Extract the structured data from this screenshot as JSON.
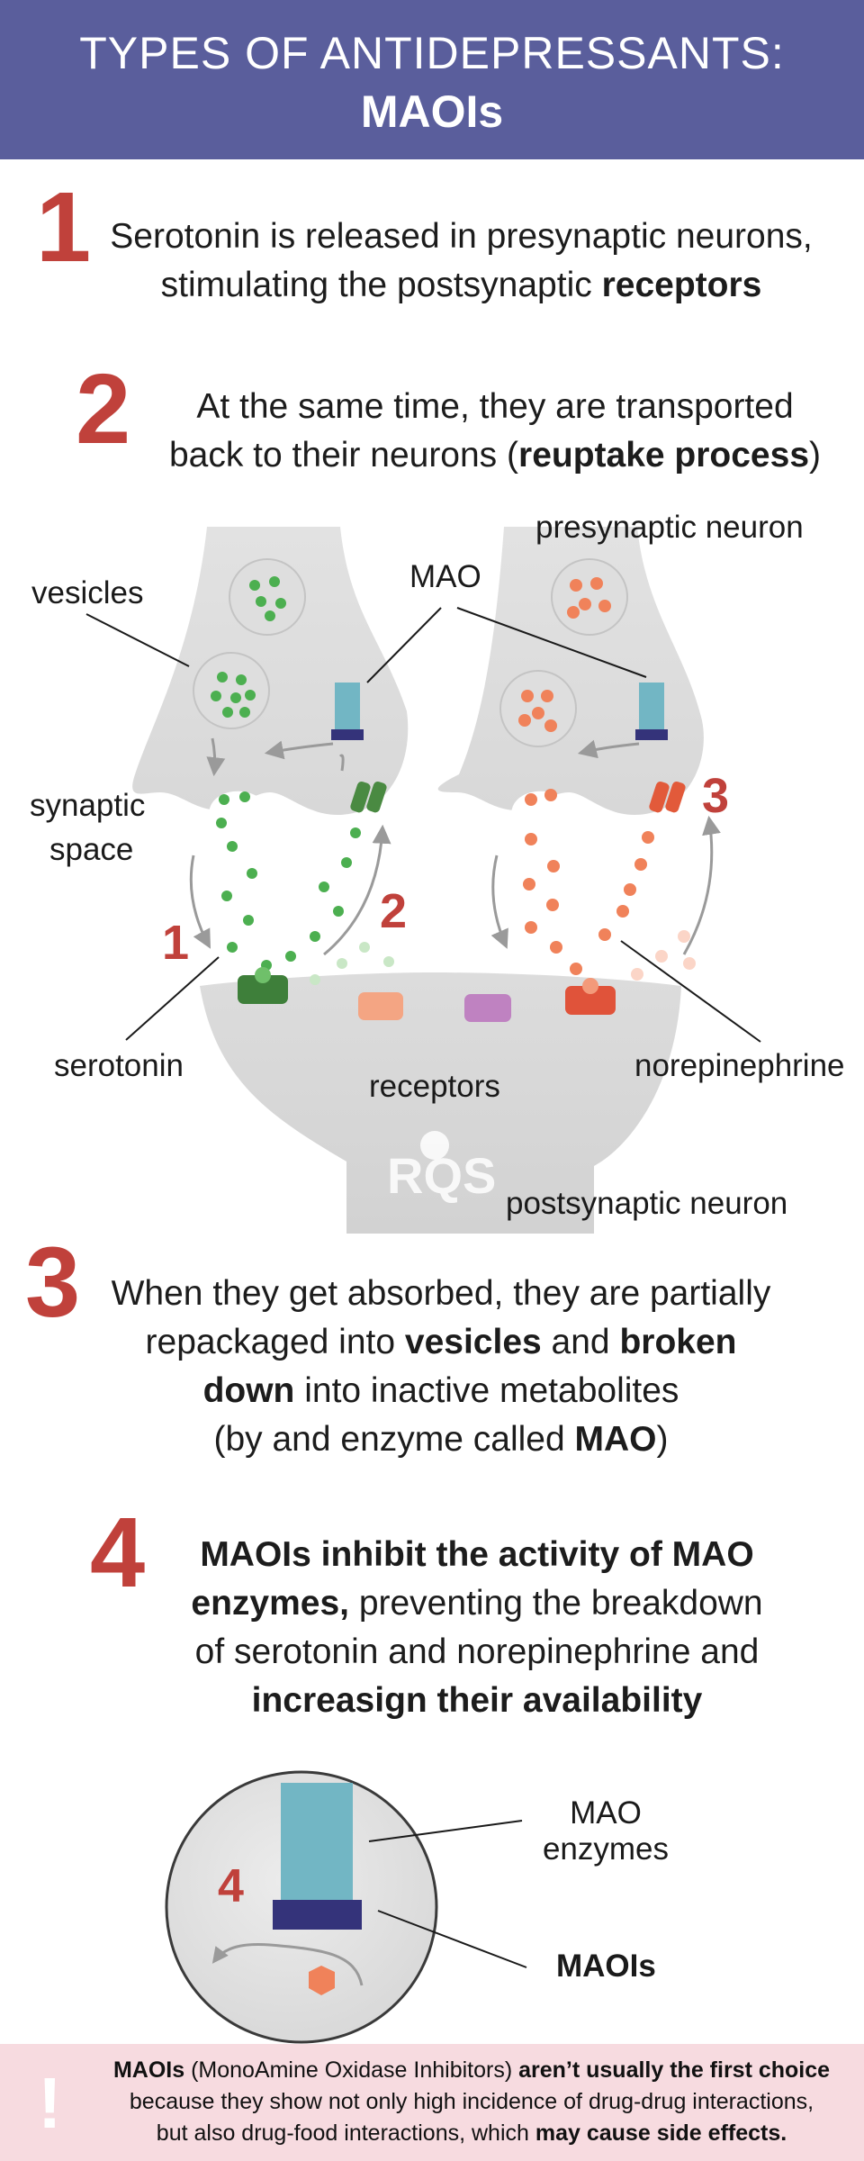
{
  "header": {
    "line1": "TYPES OF ANTIDEPRESSANTS:",
    "line2": "MAOIs"
  },
  "steps": [
    {
      "number": "1",
      "line1": "Serotonin is released in presynaptic neurons,",
      "line2a": "stimulating the postsynaptic ",
      "line2b": "receptors"
    },
    {
      "number": "2",
      "line1": "At the same time, they are transported",
      "line2a": "back to their neurons (",
      "line2b": "reuptake process",
      "line2c": ")"
    },
    {
      "number": "3",
      "line1": "When they get absorbed, they are partially",
      "line2a": "repackaged into ",
      "line2b": "vesicles",
      "line2c": " and ",
      "line2d": "broken",
      "line3a": "down",
      "line3b": " into inactive metabolites",
      "line4a": "(by and enzyme called ",
      "line4b": "MAO",
      "line4c": ")"
    },
    {
      "number": "4",
      "line1": "MAOIs inhibit the activity of MAO",
      "line2a": "enzymes,",
      "line2b": " preventing the breakdown",
      "line3": "of serotonin and norepinephrine and",
      "line4": "increasign their availability"
    }
  ],
  "diagram": {
    "labels": {
      "vesicles": "vesicles",
      "mao": "MAO",
      "presynaptic": "presynaptic neuron",
      "synaptic1": "synaptic",
      "synaptic2": "space",
      "serotonin": "serotonin",
      "receptors": "receptors",
      "norepinephrine": "norepinephrine",
      "postsynaptic": "postsynaptic neuron",
      "n1": "1",
      "n2": "2",
      "n3": "3"
    },
    "colors": {
      "green": "#4caf50",
      "orange": "#f0825a",
      "teal": "#72b6c4",
      "navy": "#34337a",
      "purple": "#bf82c1",
      "red": "#c0413b"
    }
  },
  "zoom": {
    "enzymes1": "MAO",
    "enzymes2": "enzymes",
    "maois": "MAOIs",
    "n4": "4"
  },
  "footer": {
    "icon": "!",
    "a1": "MAOIs",
    "a2": " (MonoAmine Oxidase Inhibitors) ",
    "a3": "aren’t usually the first choice",
    "b": "because they show not only high incidence of drug-drug interactions,",
    "c1": "but also drug-food interactions, which ",
    "c2": "may cause side effects."
  }
}
